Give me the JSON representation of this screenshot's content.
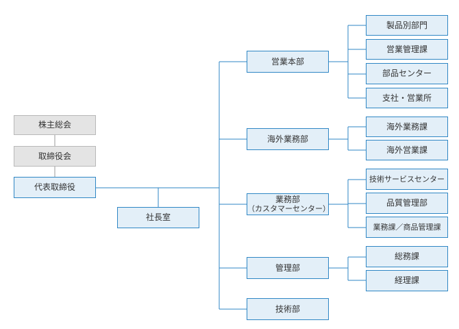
{
  "org": {
    "shareholders": "株主総会",
    "board": "取締役会",
    "ceo": "代表取締役",
    "office": "社長室",
    "sales_hq": {
      "label": "営業本部",
      "children": [
        "製品別部門",
        "営業管理課",
        "部品センター",
        "支社・営業所"
      ]
    },
    "overseas": {
      "label": "海外業務部",
      "children": [
        "海外業務課",
        "海外営業課"
      ]
    },
    "operations": {
      "label_line1": "業務部",
      "label_line2": "（カスタマーセンター）",
      "children": [
        "技術サービスセンター",
        "品質管理部",
        "業務課／商品管理課"
      ]
    },
    "admin": {
      "label": "管理部",
      "children": [
        "総務課",
        "経理課"
      ]
    },
    "tech": {
      "label": "技術部"
    }
  }
}
